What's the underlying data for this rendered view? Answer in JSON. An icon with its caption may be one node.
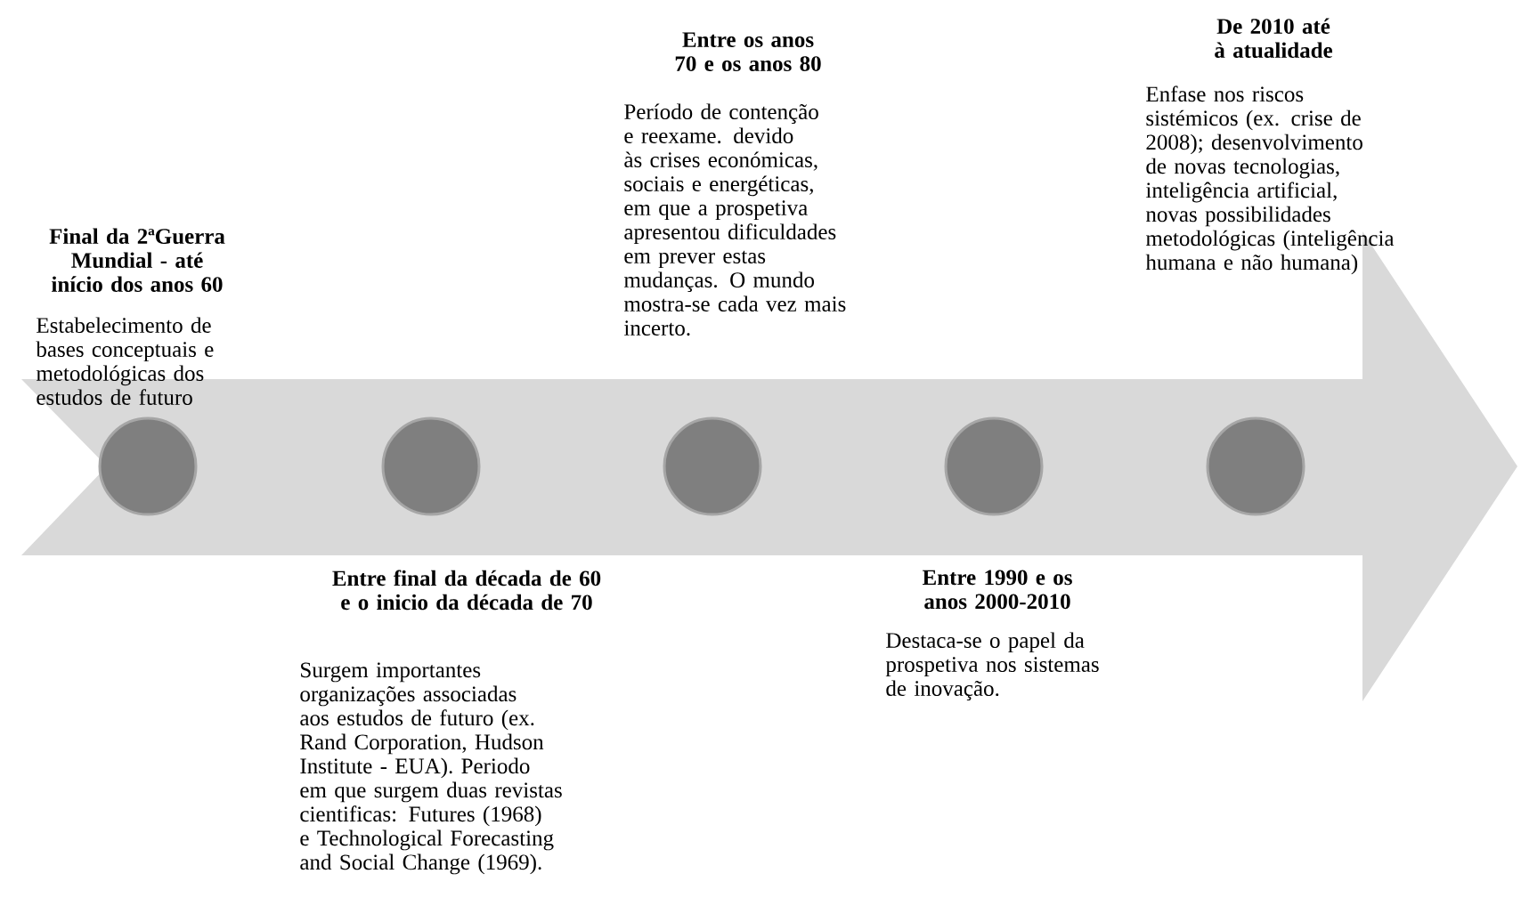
{
  "diagram": {
    "nodes": [
      {
        "text": [],
        "shape": "circle",
        "beside": [
          "Final da 2ªGuerra Mundial - até início dos anos 60",
          "Estabelecimento de bases conceptuais e metodológicas dos estudos de futuro"
        ]
      },
      {
        "text": [],
        "shape": "circle",
        "beside": [
          "Entre final da década de 60 e o inicio da década de 70",
          "Surgem importantes organizações associadas aos estudos de futuro (ex. Rand Corporation, Hudson Institute - EUA). Periodo em que surgem duas revistas cientificas: Futures (1968) e Technological Forecasting and Social Change (1969)."
        ]
      },
      {
        "text": [],
        "shape": "circle",
        "beside": [
          "Entre os anos 70 e os anos 80",
          "Período de contenção e reexame. devido às crises económicas, sociais e energéticas, em que a prospetiva apresentou dificuldades em prever estas mudanças. O mundo mostra-se cada vez mais incerto."
        ]
      },
      {
        "text": [],
        "shape": "circle",
        "beside": [
          "Entre 1990 e os anos 2000-2010",
          "Destaca-se o papel da prospetiva nos sistemas de inovação."
        ]
      },
      {
        "text": [],
        "shape": "circle",
        "beside": [
          "De 2010 até à atualidade",
          "Enfase nos riscos sistémicos (ex. crise de 2008); desenvolvimento de novas tecnologias, inteligência artificial, novas possibilidades metodológicas (inteligência humana e não humana)"
        ]
      }
    ]
  }
}
